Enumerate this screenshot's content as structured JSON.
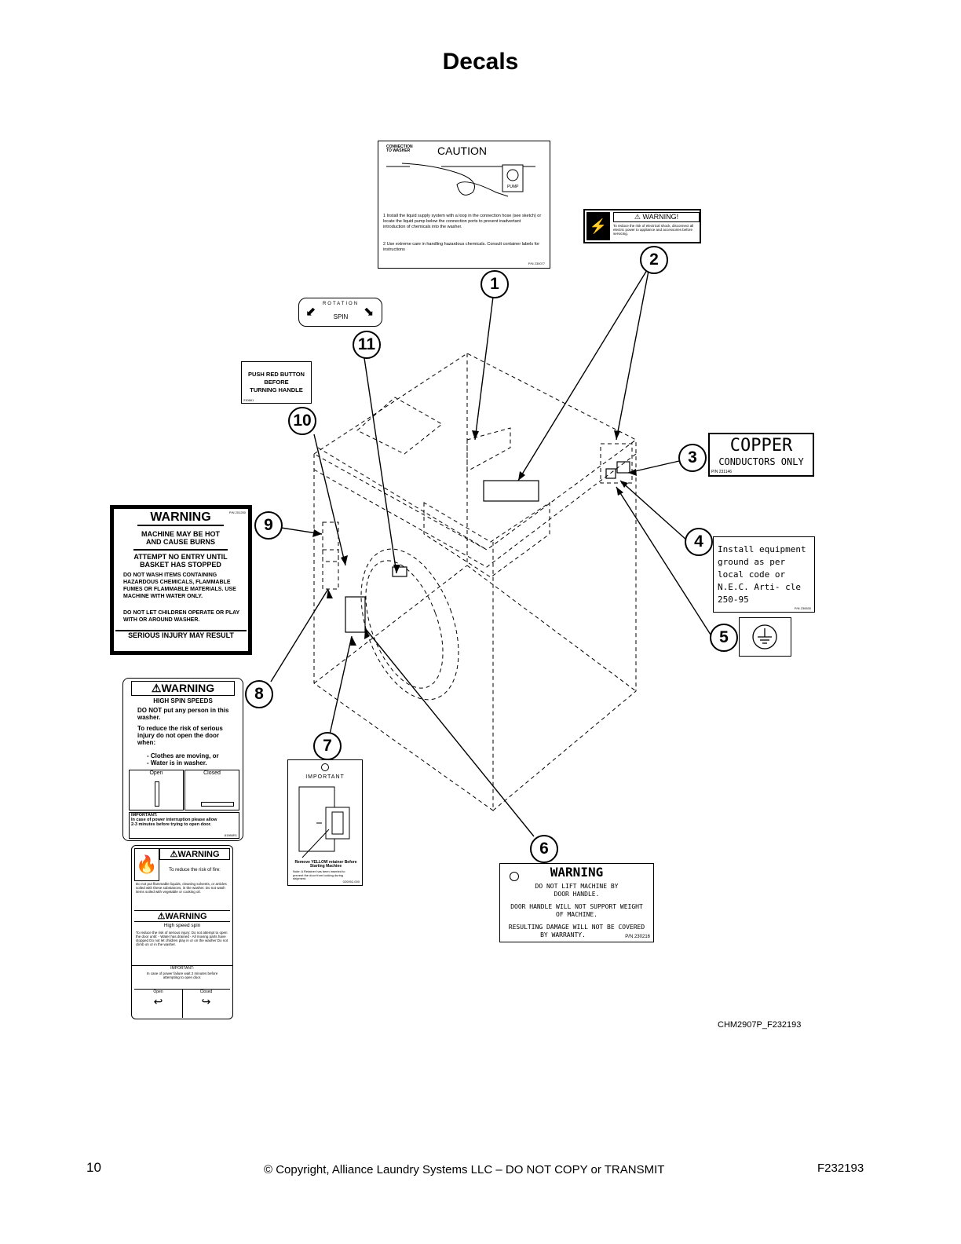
{
  "page_title": "Decals",
  "callouts": [
    "1",
    "2",
    "3",
    "4",
    "5",
    "6",
    "7",
    "8",
    "9",
    "10",
    "11"
  ],
  "decal1": {
    "connection": "CONNECTION TO WASHER",
    "caution": "CAUTION",
    "pump": "PUMP",
    "item1": "1  Install the liquid supply system with a loop in the connection hose (see sketch) or locate the liquid pump below the connection ports to prevent inadvertant introduction of chemicals into the washer.",
    "item2": "2  Use extreme care in handling hazardous chemicals. Consult container labels for instructions",
    "pn": "P/N 230077"
  },
  "decal2": {
    "heading": "WARNING!",
    "text": "To reduce the risk of electrical shock, disconnect all electric power to appliance and accessories before servicing."
  },
  "decal3": {
    "line1": "COPPER",
    "line2": "CONDUCTORS ONLY",
    "pn": "P/N 231146"
  },
  "decal4": {
    "text": "Install equipment ground as per local code or N.E.C. Arti- cle 250-95",
    "pn": "P/N 230630"
  },
  "decal6": {
    "heading": "WARNING",
    "l1": "DO NOT LIFT MACHINE BY",
    "l2": "DOOR HANDLE.",
    "l3": "DOOR HANDLE WILL NOT SUPPORT WEIGHT",
    "l4": "OF MACHINE.",
    "l5": "RESULTING DAMAGE WILL NOT BE COVERED",
    "l6": "BY WARRANTY.",
    "pn": "P/N 230216"
  },
  "decal7": {
    "heading": "IMPORTANT",
    "remove": "Remove YELLOW retainer Before Starting Machine",
    "note": "Note: A Retainer has been inserted to prevent the door from locking during shipment.",
    "pn": "020092-000"
  },
  "decal8": {
    "heading": "WARNING",
    "sub": "HIGH SPIN SPEEDS",
    "t1": "DO NOT put any person in this washer.",
    "t2": "To reduce the risk of serious injury do not open the door when:",
    "b1": "- Clothes are moving, or",
    "b2": "- Water is in washer.",
    "open": "Open",
    "closed": "Closed",
    "important": "IMPORTANT:",
    "imp_text": "In case of power interruption please allow 2-3 minutes before trying to open door.",
    "pn": "81986R1"
  },
  "decal8b": {
    "heading": "WARNING",
    "fire": "To reduce the risk of fire:",
    "fire_text": "Do not put flammable liquids, cleaning solvents, or articles soiled with these substances, in the washer. Do not wash items soiled with vegetable or cooking oil.",
    "heading2": "WARNING",
    "spin": "High speed spin",
    "spin_text": "To reduce the risk of serious injury: Do not attempt to open the door until: - Water has drained - All moving parts have stopped Do not let children play in or on the washer Do not climb on or in the washer.",
    "important": "IMPORTANT:",
    "imp_text": "In case of power failure wait 2 minutes before attempting to open door.",
    "open": "Open",
    "closed": "Closed"
  },
  "decal9": {
    "heading": "WARNING",
    "pn": "P/N 201250",
    "l1": "MACHINE MAY BE HOT AND CAUSE BURNS",
    "l2": "ATTEMPT NO ENTRY UNTIL BASKET HAS STOPPED",
    "l3": "DO NOT WASH ITEMS CONTAINING HAZARDOUS CHEMICALS, FLAMMABLE FUMES OR FLAMMABLE MATERIALS. USE MACHINE WITH WATER ONLY.",
    "l4": "DO NOT LET CHILDREN OPERATE OR PLAY WITH OR AROUND WASHER.",
    "l5": "SERIOUS INJURY MAY RESULT"
  },
  "decal10": {
    "l1": "PUSH RED BUTTON",
    "l2": "BEFORE",
    "l3": "TURNING HANDLE",
    "pn": "230661"
  },
  "decal11": {
    "rotation": "ROTATION",
    "spin": "SPIN"
  },
  "figure_id": "CHM2907P_F232193",
  "footer": {
    "page": "10",
    "copyright": "© Copyright, Alliance Laundry Systems LLC – DO NOT COPY or TRANSMIT",
    "doc": "F232193"
  }
}
